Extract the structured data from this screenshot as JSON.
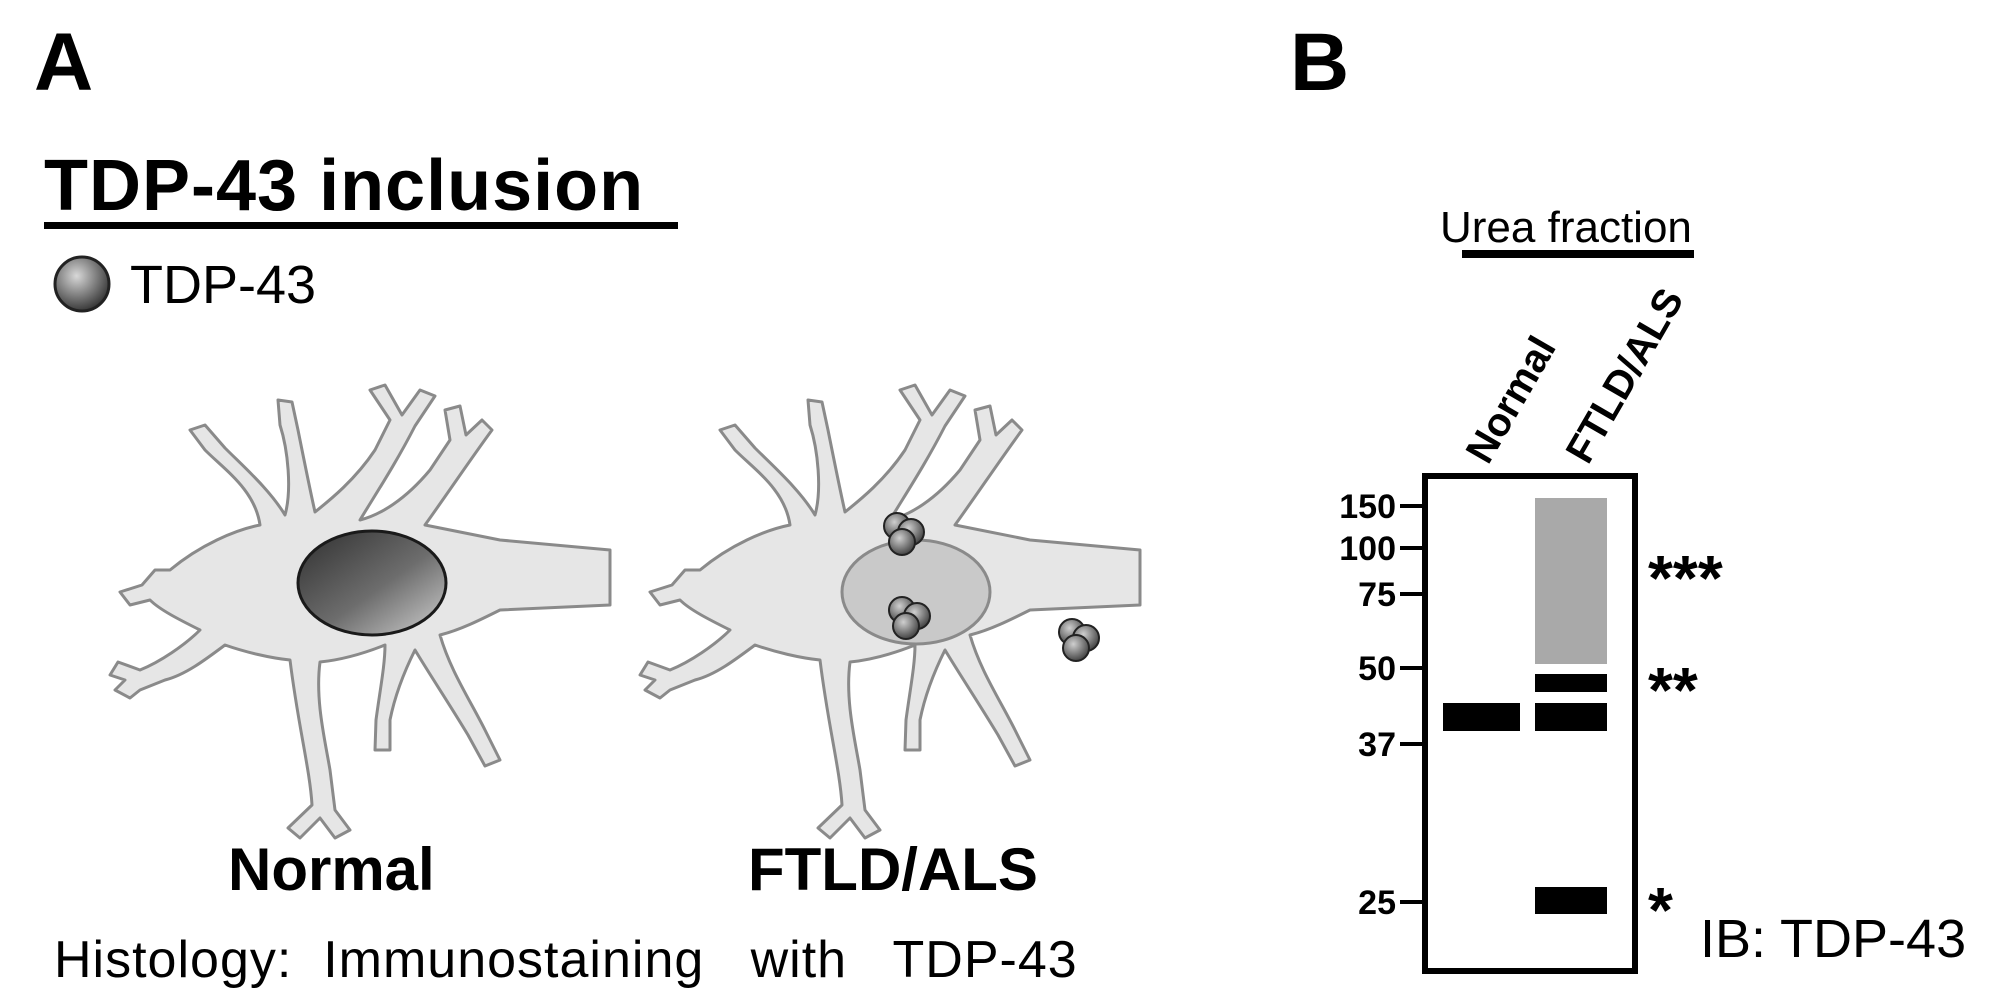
{
  "panel_a": {
    "letter": "A",
    "title": "TDP-43 inclusion",
    "legend_label": "TDP-43",
    "cells": [
      {
        "label": "Normal"
      },
      {
        "label": "FTLD/ALS"
      }
    ],
    "caption": "Histology:  Immunostaining   with   TDP-43"
  },
  "panel_b": {
    "letter": "B",
    "fraction_label": "Urea fraction",
    "lanes": [
      "Normal",
      "FTLD/ALS"
    ],
    "mw_markers": [
      {
        "label": "150",
        "kda": 150
      },
      {
        "label": "100",
        "kda": 100
      },
      {
        "label": "75",
        "kda": 75
      },
      {
        "label": "50",
        "kda": 50
      },
      {
        "label": "37",
        "kda": 37
      },
      {
        "label": "25",
        "kda": 25
      }
    ],
    "band_annotations": [
      {
        "label": "***",
        "meaning": "high molecular weight smear"
      },
      {
        "label": "**",
        "meaning": "~45 kDa band"
      },
      {
        "label": "*",
        "meaning": "~25 kDa fragment"
      }
    ],
    "antibody_label": "IB: TDP-43"
  },
  "colors": {
    "cell_fill": "#e6e6e6",
    "cell_outline": "#8a8a8a",
    "nucleus_dark": "#3a3a3a",
    "nucleus_light": "#bdbdbd",
    "smear": "#a9a9a9",
    "band": "#000000"
  }
}
